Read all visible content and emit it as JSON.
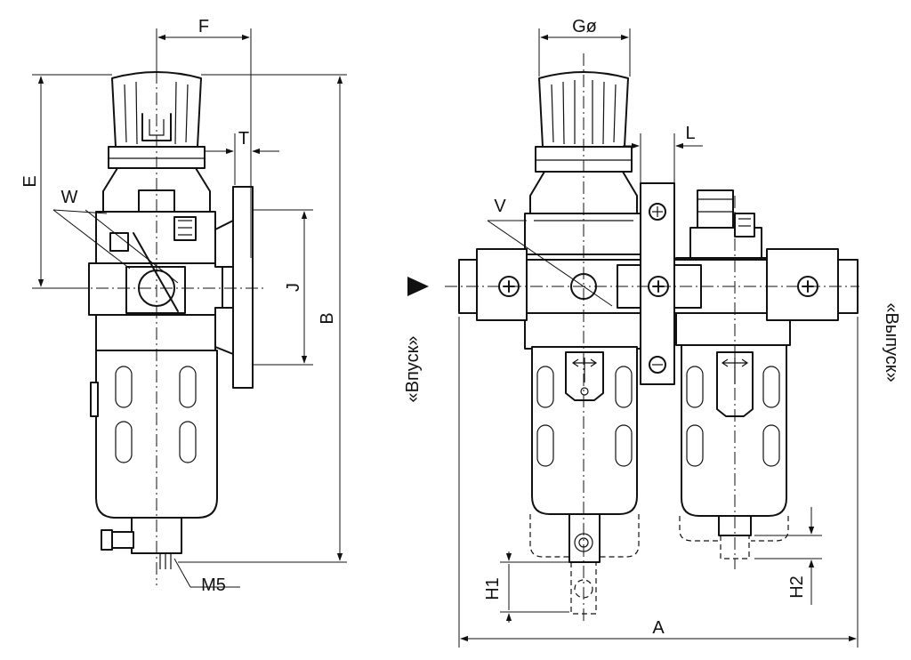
{
  "labels": {
    "F": "F",
    "G": "Gø",
    "T": "T",
    "L": "L",
    "E": "E",
    "W": "W",
    "V": "V",
    "J": "J",
    "B": "B",
    "M5": "M5",
    "H1": "H1",
    "H2": "H2",
    "A": "A",
    "inlet": "«Впуск»",
    "outlet": "«Выпуск»"
  }
}
